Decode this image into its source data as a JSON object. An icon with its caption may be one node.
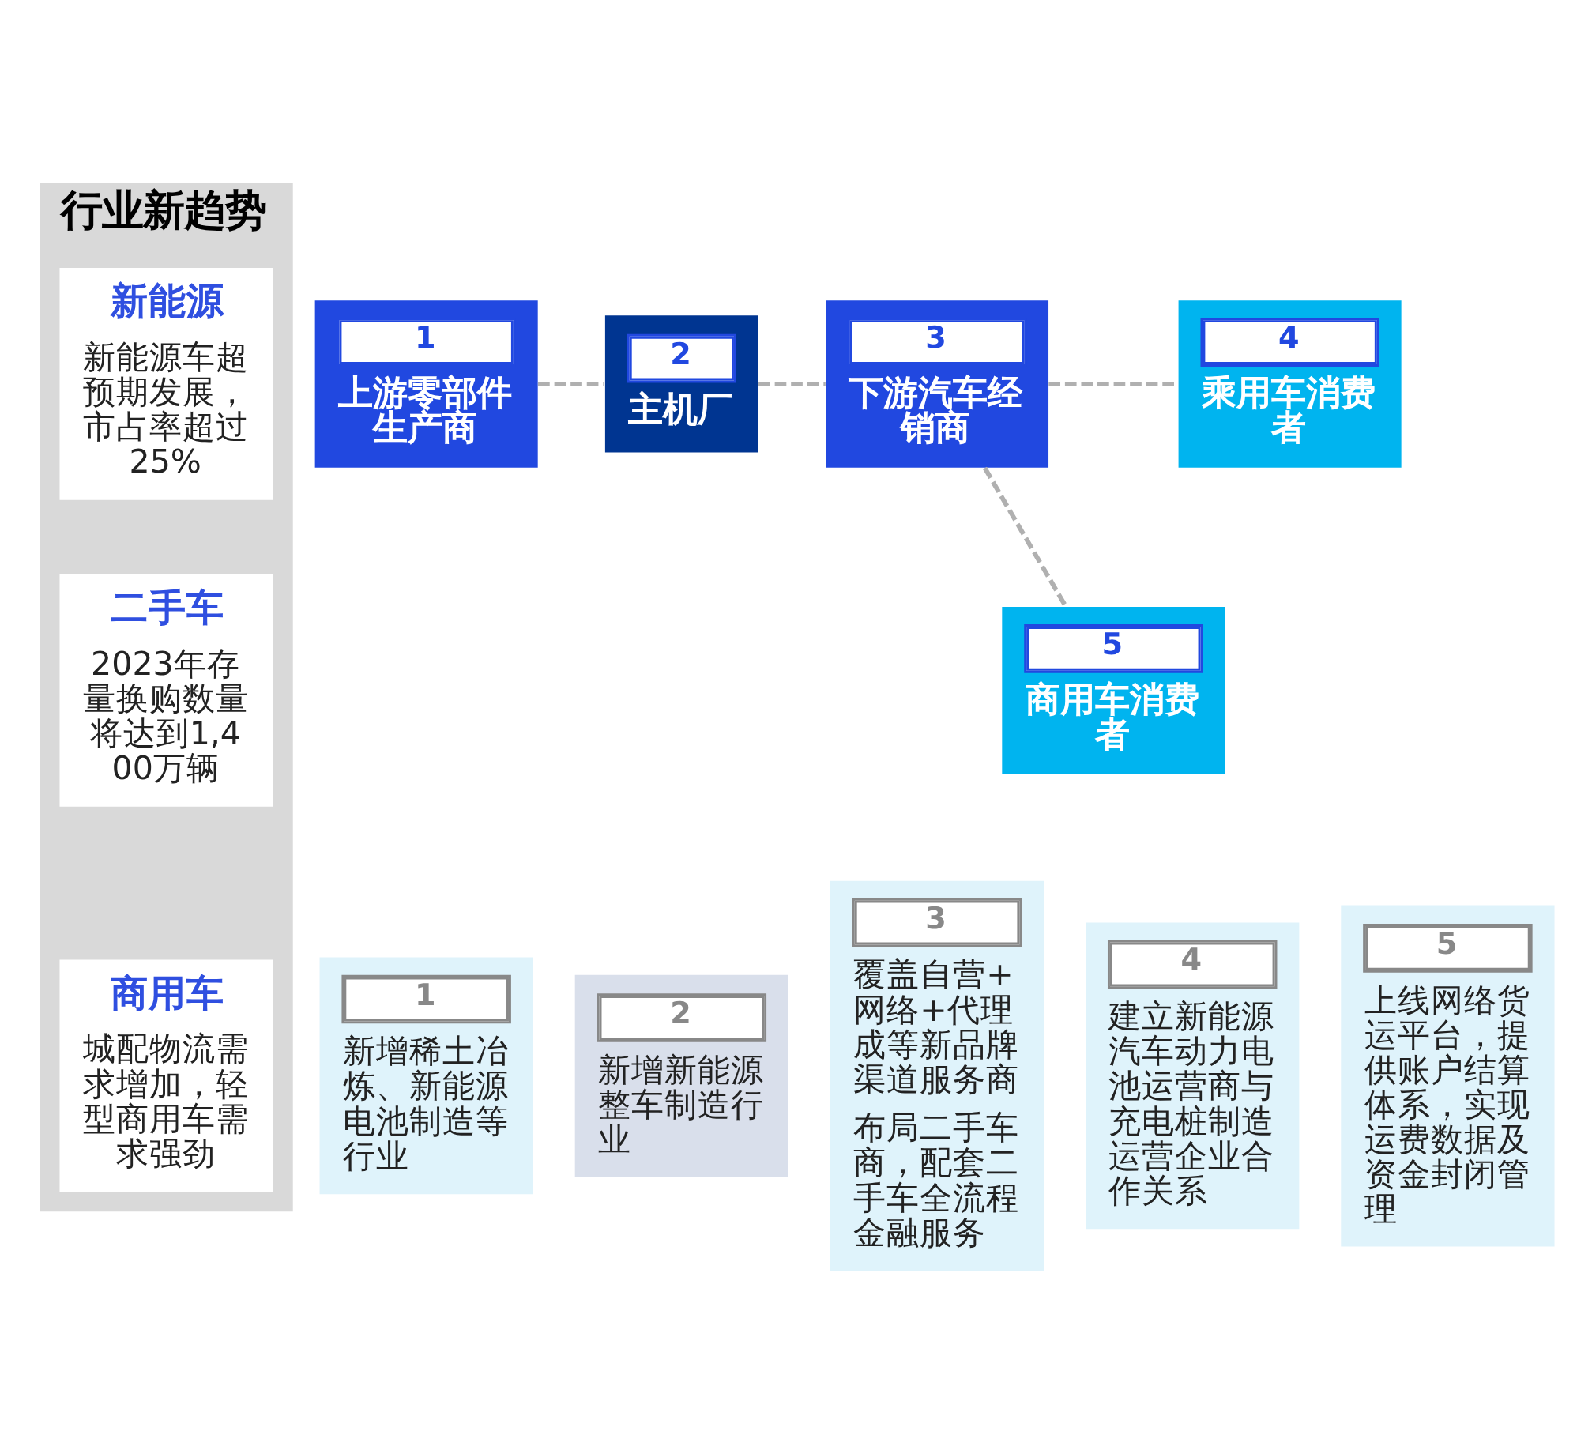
{
  "diagram": {
    "nodes": [
      {
        "text": [
          "行业新趋势"
        ]
      },
      {
        "text": [
          "新能源",
          "新能源车超预期发展，市占率超过25%"
        ],
        "in": 0
      },
      {
        "text": [
          "二手车",
          "2023年存量换购数量将达到1,400万辆"
        ],
        "in": 0
      },
      {
        "text": [
          "商用车",
          "城配物流需求增加，轻型商用车需求强劲"
        ],
        "in": 0
      },
      {
        "text": [
          "1",
          "上游零部件生产商"
        ]
      },
      {
        "text": [
          "2",
          "主机厂"
        ]
      },
      {
        "text": [
          "3",
          "下游汽车经销商"
        ]
      },
      {
        "text": [
          "4",
          "乘用车消费者"
        ]
      },
      {
        "text": [
          "5",
          "商用车消费者"
        ]
      },
      {
        "text": [
          "1",
          "新增稀土冶炼、新能源电池制造等行业"
        ]
      },
      {
        "text": [
          "2",
          "新增新能源整车制造行业"
        ]
      },
      {
        "text": [
          "3",
          "覆盖自营+网络+代理成等新品牌渠道服务商",
          "布局二手车商，配套二手车全流程金融服务"
        ]
      },
      {
        "text": [
          "4",
          "建立新能源汽车动力电池运营商与充电桩制造运营企业合作关系"
        ]
      },
      {
        "text": [
          "5",
          "上线网络货运平台，提供账户结算体系，实现运费数据及资金封闭管理"
        ]
      }
    ],
    "edges": [
      {
        "from": 4,
        "to": 5,
        "arrow": "none",
        "style": "dashed"
      },
      {
        "from": 5,
        "to": 6,
        "arrow": "none",
        "style": "dashed"
      },
      {
        "from": 6,
        "to": 7,
        "arrow": "none",
        "style": "dashed"
      },
      {
        "from": 6,
        "to": 8,
        "arrow": "none",
        "style": "dashed"
      }
    ]
  }
}
